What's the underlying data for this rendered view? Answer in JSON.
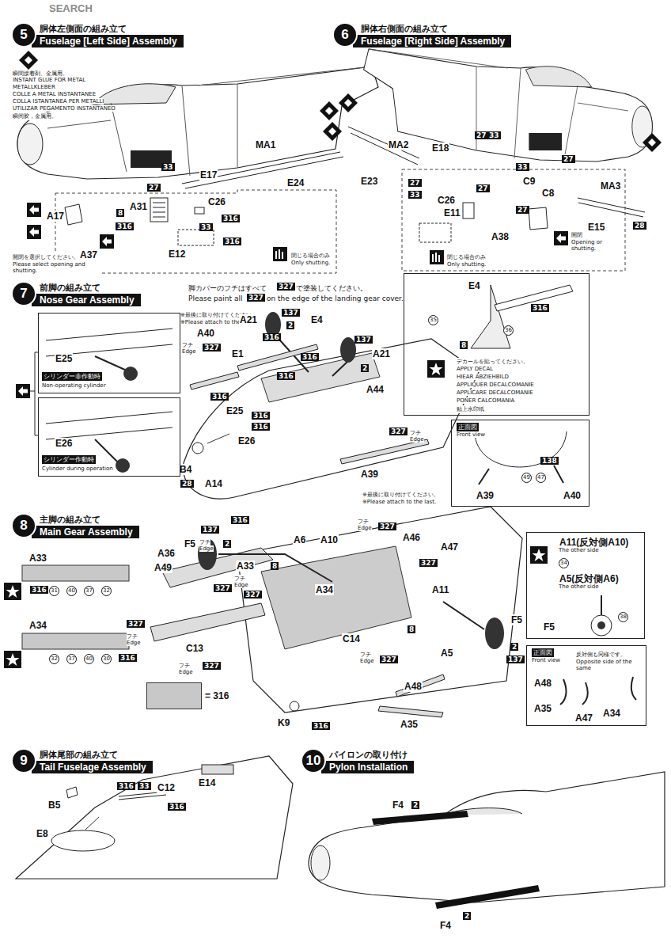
{
  "diagram": {
    "nodes": [
      {
        "text": [
          "5",
          "胴体左側面の組み立て",
          "Fuselage [Left Side] Assembly"
        ]
      },
      {
        "text": [
          "6",
          "胴体右側面の組み立て",
          "Fuselage [Right Side] Assembly"
        ]
      },
      {
        "text": [
          "7",
          "前脚の組み立て",
          "Nose Gear Assembly"
        ]
      },
      {
        "text": [
          "8",
          "主脚の組み立て",
          "Main Gear Assembly"
        ]
      },
      {
        "text": [
          "9",
          "胴体尾部の組み立て",
          "Tail Fuselage Assembly"
        ]
      },
      {
        "text": [
          "10",
          "パイロンの取り付け",
          "Pylon Installation"
        ]
      },
      {
        "text": [
          "E25",
          "シリンダー非作動時",
          "Non-operating cylinder"
        ]
      },
      {
        "text": [
          "E26",
          "シリンダー作動時",
          "Cylinder during operation"
        ]
      },
      {
        "text": [
          "E4",
          "35",
          "316",
          "36",
          "8",
          "デカールを貼ってください。",
          "APPLY DECAL",
          "HIEAR ABZIEHBILD",
          "APPLIQUER DECALCOMANIE",
          "APPLICARE DECALCOMANIE",
          "PONER CALCOMANIA",
          "贴上水印纸"
        ]
      },
      {
        "text": [
          "正面図",
          "Front view",
          "A39",
          "A40",
          "138",
          "49",
          "47"
        ]
      },
      {
        "text": [
          "A11(反対側A10)",
          "The other side",
          "34",
          "A5(反対側A6)",
          "The other side",
          "F5",
          "38"
        ]
      },
      {
        "text": [
          "正面図",
          "Front view",
          "反対側も同様です。",
          "Opposite side of the same",
          "A48",
          "A35",
          "A47",
          "A34"
        ]
      }
    ],
    "labels": [
      "SEARCH",
      "瞬間接着剤、金属用。",
      "INSTANT GLUE FOR METAL",
      "METALLKLEBER",
      "COLLE A METAL INSTANTANEE",
      "COLLA ISTANTANEA PER METALLI",
      "UTILIZAR PEGAMENTO INSTANTANEO",
      "瞬间胶，金属用。",
      "MA1",
      "E17",
      "E24",
      "33",
      "27",
      "A31",
      "8",
      "316",
      "C26",
      "316",
      "33",
      "316",
      "A17",
      "A37",
      "E12",
      "開閉を選択してください。",
      "Please select opening and shutting.",
      "閉じる場合のみ",
      "Only shutting.",
      "MA2",
      "E18",
      "E23",
      "27",
      "33",
      "33",
      "C9",
      "C8",
      "27",
      "27",
      "33",
      "C26",
      "27",
      "E11",
      "27",
      "A38",
      "MA3",
      "E15",
      "28",
      "開閉",
      "Opening or shutting.",
      "閉じる場合のみ",
      "Only shutting.",
      "脚カバーのフチはすべて",
      "327",
      "で塗装してください。",
      "Please paint all",
      "327",
      "on the edge of the landing gear cover.",
      "※最後に取り付けてください。",
      "※Please attach to the last.",
      "A40",
      "フチ",
      "Edge",
      "327",
      "316",
      "A21",
      "137",
      "2",
      "E4",
      "E1",
      "316",
      "316",
      "316",
      "137",
      "A21",
      "2",
      "A44",
      "E25",
      "316",
      "316",
      "E26",
      "B4",
      "28",
      "A14",
      "327",
      "フチ",
      "Edge",
      "A39",
      "※最後に取り付けてください。",
      "※Please attach to the last.",
      "A33",
      "316",
      "31",
      "40",
      "37",
      "32",
      "A34",
      "32",
      "37",
      "40",
      "30",
      "316",
      "316",
      "137",
      "F5",
      "2",
      "A36",
      "A49",
      "フチ",
      "Edge",
      "327",
      "A33",
      "フチ",
      "Edge",
      "327",
      "327",
      "フチ",
      "Edge",
      "C13",
      "フチ",
      "Edge",
      "327",
      "A6",
      "A10",
      "8",
      "フチ",
      "Edge",
      "327",
      "A46",
      "A47",
      "327",
      "A34",
      "A11",
      "8",
      "F5",
      "2",
      "137",
      "A5",
      "C14",
      "フチ",
      "Edge",
      "327",
      "A48",
      "A35",
      "K9",
      "316",
      "316",
      "33",
      "C12",
      "316",
      "E14",
      "B5",
      "E8",
      "F4",
      "2",
      "2",
      "F4"
    ],
    "legend": [
      {
        "text": "= 316",
        "color": "#c8c8c8"
      }
    ]
  }
}
